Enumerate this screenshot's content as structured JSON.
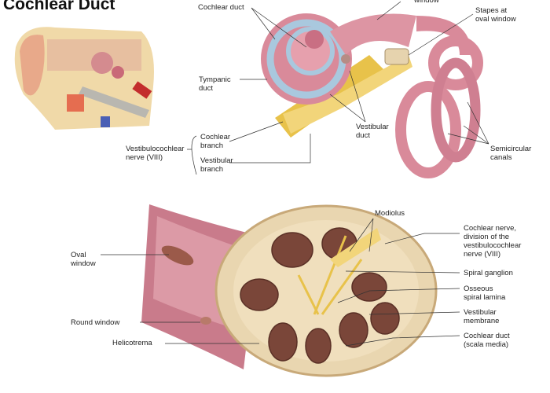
{
  "title": "Cochlear Duct",
  "top_labels": {
    "window_fragment": "window",
    "cochlear_duct": "Cochlear duct",
    "stapes": [
      "Stapes at",
      "oval window"
    ],
    "tympanic_duct": [
      "Tympanic",
      "duct"
    ],
    "vestibular_duct": [
      "Vestibular",
      "duct"
    ],
    "nerve": [
      "Vestibulocochlear",
      "nerve (VIII)"
    ],
    "cochlear_branch": [
      "Cochlear",
      "branch"
    ],
    "vestibular_branch": [
      "Vestibular",
      "branch"
    ],
    "semicircular_canals": [
      "Semicircular",
      "canals"
    ]
  },
  "bottom_labels": {
    "modiolus": "Modiolus",
    "oval_window": [
      "Oval",
      "window"
    ],
    "round_window": "Round window",
    "helicotrema": "Helicotrema",
    "cochlear_nerve": [
      "Cochlear nerve,",
      "division of the",
      "vestibulocochlear",
      "nerve (VIII)"
    ],
    "spiral_ganglion": "Spiral ganglion",
    "osseous_lamina": [
      "Osseous",
      "spiral lamina"
    ],
    "vestibular_membrane": [
      "Vestibular",
      "membrane"
    ],
    "cochlear_duct": [
      "Cochlear duct",
      "(scala media)"
    ]
  },
  "colors": {
    "pink": "#d98a9a",
    "blue": "#a9c8de",
    "nerve": "#e8c24a",
    "bone": "#e9d6b0"
  }
}
